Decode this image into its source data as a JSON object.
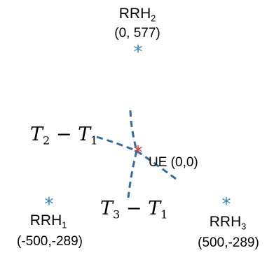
{
  "colors": {
    "rrh_marker": "#2e86c9",
    "ue_marker": "#e8322a",
    "hyperbola_line": "#2e6da4",
    "text": "#000000"
  },
  "markers": {
    "rrh_glyph": "*",
    "ue_glyph": "*"
  },
  "rrh2": {
    "name": "RRH",
    "index": "2",
    "coords": "(0, 577)"
  },
  "rrh1": {
    "name": "RRH",
    "index": "1",
    "coords": "(-500,-289)"
  },
  "rrh3": {
    "name": "RRH",
    "index": "3",
    "coords": "(500,-289)"
  },
  "ue": {
    "label": "UE (0,0)"
  },
  "tdoa21": {
    "t_a": "T",
    "a_idx": "2",
    "minus": " − ",
    "t_b": "T",
    "b_idx": "1"
  },
  "tdoa31": {
    "t_a": "T",
    "a_idx": "3",
    "minus": " − ",
    "t_b": "T",
    "b_idx": "1"
  }
}
